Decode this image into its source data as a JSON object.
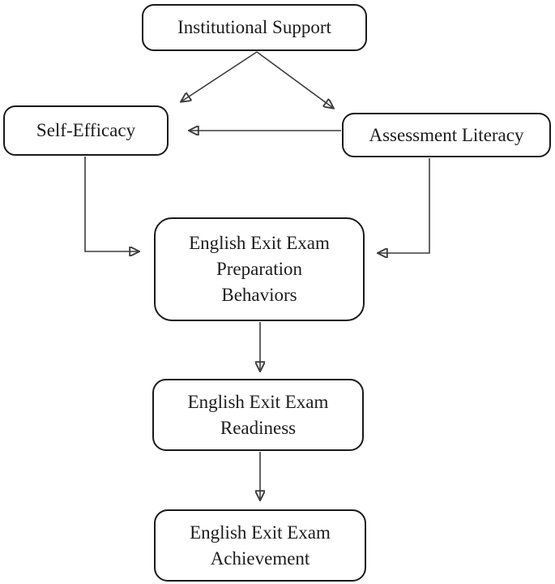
{
  "diagram": {
    "type": "flowchart",
    "nodes": {
      "institutional_support": {
        "label": "Institutional Support"
      },
      "self_efficacy": {
        "label": "Self-Efficacy"
      },
      "assessment_literacy": {
        "label": "Assessment Literacy"
      },
      "exam_preparation_behaviors": {
        "label": "English Exit Exam Preparation Behaviors",
        "line1": "English Exit Exam",
        "line2": "Preparation",
        "line3": "Behaviors"
      },
      "exam_readiness": {
        "label": "English Exit Exam Readiness",
        "line1": "English Exit Exam",
        "line2": "Readiness"
      },
      "exam_achievement": {
        "label": "English Exit Exam Achievement",
        "line1": "English Exit Exam",
        "line2": "Achievement"
      }
    },
    "edges": [
      {
        "from": "institutional_support",
        "to": "self_efficacy",
        "style": "straight-diagonal-arrow"
      },
      {
        "from": "institutional_support",
        "to": "assessment_literacy",
        "style": "straight-diagonal-arrow"
      },
      {
        "from": "assessment_literacy",
        "to": "self_efficacy",
        "style": "straight-horizontal-arrow"
      },
      {
        "from": "self_efficacy",
        "to": "exam_preparation_behaviors",
        "style": "elbow-arrow"
      },
      {
        "from": "assessment_literacy",
        "to": "exam_preparation_behaviors",
        "style": "elbow-arrow"
      },
      {
        "from": "exam_preparation_behaviors",
        "to": "exam_readiness",
        "style": "straight-vertical-arrow"
      },
      {
        "from": "exam_readiness",
        "to": "exam_achievement",
        "style": "straight-vertical-arrow"
      }
    ],
    "colors": {
      "background": "#ffffff",
      "box_fill": "#ffffff",
      "box_border": "#1a1a1a",
      "arrow_line": "#3d3d3d",
      "arrowhead": "#111111",
      "text": "#1c1c1c"
    }
  }
}
